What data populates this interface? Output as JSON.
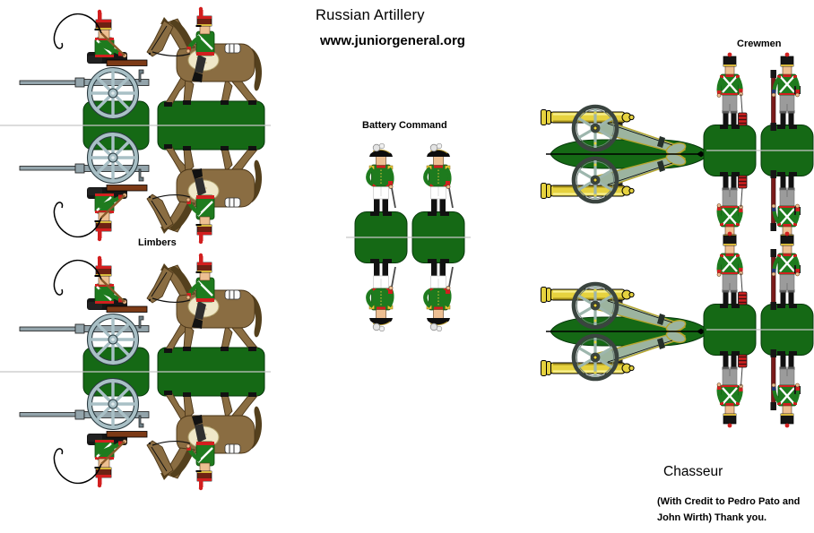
{
  "page": {
    "title": "Russian Artillery",
    "website": "www.juniorgeneral.org",
    "background_color": "#ffffff"
  },
  "labels": {
    "limbers": "Limbers",
    "battery_command": "Battery Command",
    "crewmen": "Crewmen",
    "chasseur": "Chasseur",
    "credit_line1": "(With Credit to Pedro Pato and",
    "credit_line2": "John Wirth) Thank you."
  },
  "figures": {
    "style": "mirrored fold-over paper miniatures",
    "limber_units": 2,
    "battery_command_officers": 2,
    "cannons": 2,
    "crewmen": 4
  },
  "colors": {
    "dark_green": "#156915",
    "uniform_green": "#1e7b1e",
    "uniform_red": "#d21f1f",
    "shako_maroon": "#6e2213",
    "ramrod_maroon": "#7a1a1a",
    "flesh": "#edbf92",
    "trouser_gray": "#9b9b9b",
    "wheel_gray": "#a9c0c6",
    "pole_gray": "#93a4ab",
    "cannon_yellow": "#e6d23f",
    "cannon_rim_gray": "#3a443f",
    "cannon_wheel_gray": "#9db6ad",
    "trail_gray_green": "#9cb49f",
    "horse_brown": "#8a6d42",
    "horse_dark_brown": "#54401d",
    "saddle_cream": "#efe7c8",
    "fold_line_gray": "#c6c6c6",
    "text_color": "#000000"
  }
}
